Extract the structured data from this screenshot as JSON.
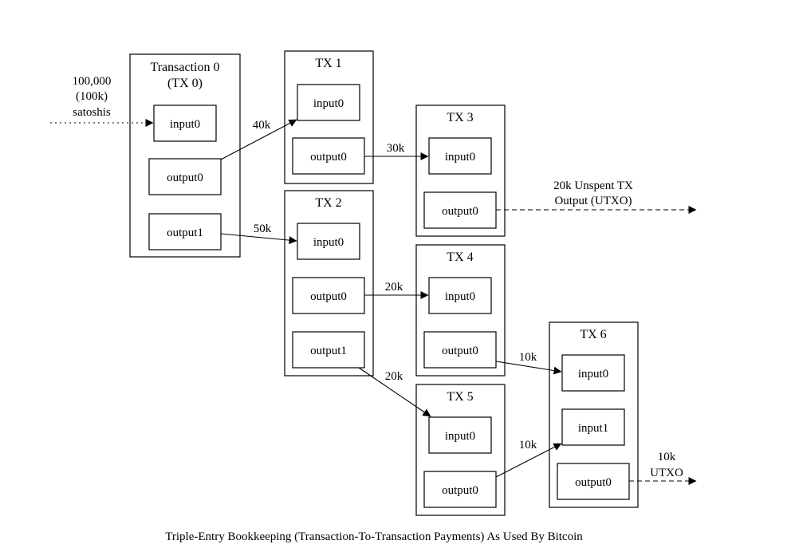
{
  "caption": "Triple-Entry Bookkeeping (Transaction-To-Transaction Payments) As Used By Bitcoin",
  "source": {
    "lines": [
      "100,000",
      "(100k)",
      "satoshis"
    ]
  },
  "transactions": [
    {
      "id": "tx0",
      "title_lines": [
        "Transaction 0",
        "(TX 0)"
      ],
      "ports": [
        {
          "id": "input0",
          "label": "input0"
        },
        {
          "id": "output0",
          "label": "output0"
        },
        {
          "id": "output1",
          "label": "output1"
        }
      ]
    },
    {
      "id": "tx1",
      "title_lines": [
        "TX 1"
      ],
      "ports": [
        {
          "id": "input0",
          "label": "input0"
        },
        {
          "id": "output0",
          "label": "output0"
        }
      ]
    },
    {
      "id": "tx2",
      "title_lines": [
        "TX 2"
      ],
      "ports": [
        {
          "id": "input0",
          "label": "input0"
        },
        {
          "id": "output0",
          "label": "output0"
        },
        {
          "id": "output1",
          "label": "output1"
        }
      ]
    },
    {
      "id": "tx3",
      "title_lines": [
        "TX 3"
      ],
      "ports": [
        {
          "id": "input0",
          "label": "input0"
        },
        {
          "id": "output0",
          "label": "output0"
        }
      ]
    },
    {
      "id": "tx4",
      "title_lines": [
        "TX 4"
      ],
      "ports": [
        {
          "id": "input0",
          "label": "input0"
        },
        {
          "id": "output0",
          "label": "output0"
        }
      ]
    },
    {
      "id": "tx5",
      "title_lines": [
        "TX 5"
      ],
      "ports": [
        {
          "id": "input0",
          "label": "input0"
        },
        {
          "id": "output0",
          "label": "output0"
        }
      ]
    },
    {
      "id": "tx6",
      "title_lines": [
        "TX 6"
      ],
      "ports": [
        {
          "id": "input0",
          "label": "input0"
        },
        {
          "id": "input1",
          "label": "input1"
        },
        {
          "id": "output0",
          "label": "output0"
        }
      ]
    }
  ],
  "edges": [
    {
      "id": "source-to-tx0",
      "from": "source",
      "to": "tx0.input0",
      "style": "dotted",
      "label_lines": []
    },
    {
      "id": "tx0-to-tx1",
      "from": "tx0.output0",
      "to": "tx1.input0",
      "style": "solid",
      "label_lines": [
        "40k"
      ]
    },
    {
      "id": "tx0-to-tx2",
      "from": "tx0.output1",
      "to": "tx2.input0",
      "style": "solid",
      "label_lines": [
        "50k"
      ]
    },
    {
      "id": "tx1-to-tx3",
      "from": "tx1.output0",
      "to": "tx3.input0",
      "style": "solid",
      "label_lines": [
        "30k"
      ]
    },
    {
      "id": "tx2-to-tx4",
      "from": "tx2.output0",
      "to": "tx4.input0",
      "style": "solid",
      "label_lines": [
        "20k"
      ]
    },
    {
      "id": "tx2-to-tx5",
      "from": "tx2.output1",
      "to": "tx5.input0",
      "style": "solid",
      "label_lines": [
        "20k"
      ]
    },
    {
      "id": "tx4-to-tx6",
      "from": "tx4.output0",
      "to": "tx6.input0",
      "style": "solid",
      "label_lines": [
        "10k"
      ]
    },
    {
      "id": "tx5-to-tx6",
      "from": "tx5.output0",
      "to": "tx6.input1",
      "style": "solid",
      "label_lines": [
        "10k"
      ]
    },
    {
      "id": "tx3-utxo",
      "from": "tx3.output0",
      "to": "utxo1",
      "style": "dashed",
      "label_lines": [
        "20k Unspent TX",
        "Output (UTXO)"
      ]
    },
    {
      "id": "tx6-utxo",
      "from": "tx6.output0",
      "to": "utxo2",
      "style": "dashed",
      "label_lines": [
        "10k",
        "UTXO"
      ]
    }
  ]
}
